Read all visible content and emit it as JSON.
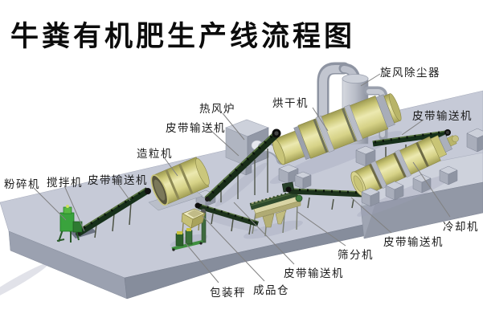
{
  "title": "牛粪有机肥生产线流程图",
  "diagram": {
    "labels": [
      {
        "id": "cyclone-dust-collector",
        "text": "旋风除尘器"
      },
      {
        "id": "belt-conveyor-top-right",
        "text": "皮带输送机"
      },
      {
        "id": "dryer",
        "text": "烘干机"
      },
      {
        "id": "hot-air-furnace",
        "text": "热风炉"
      },
      {
        "id": "belt-conveyor-dryer-feed",
        "text": "皮带输送机"
      },
      {
        "id": "granulator",
        "text": "造粒机"
      },
      {
        "id": "crusher",
        "text": "粉碎机"
      },
      {
        "id": "mixer",
        "text": "搅拌机"
      },
      {
        "id": "belt-conveyor-mixer",
        "text": "皮带输送机"
      },
      {
        "id": "cooler",
        "text": "冷却机"
      },
      {
        "id": "belt-conveyor-cooler-screen",
        "text": "皮带输送机"
      },
      {
        "id": "screening-machine",
        "text": "筛分机"
      },
      {
        "id": "belt-conveyor-screen-bin",
        "text": "皮带输送机"
      },
      {
        "id": "packing-scale",
        "text": "包装秤"
      },
      {
        "id": "finished-product-bin",
        "text": "成品仓"
      }
    ],
    "colors": {
      "platform_top": "#c6cad7",
      "platform_front": "#868d9c",
      "platform_left": "#9ba1b0",
      "drum_yellow": "#dcd88e",
      "conveyor_green": "#1e3a1e",
      "machine_green": "#3aa33d",
      "pipe_gray": "#b9bdc8",
      "leader_line": "#818181",
      "label_color": "#1b1b1b"
    }
  }
}
